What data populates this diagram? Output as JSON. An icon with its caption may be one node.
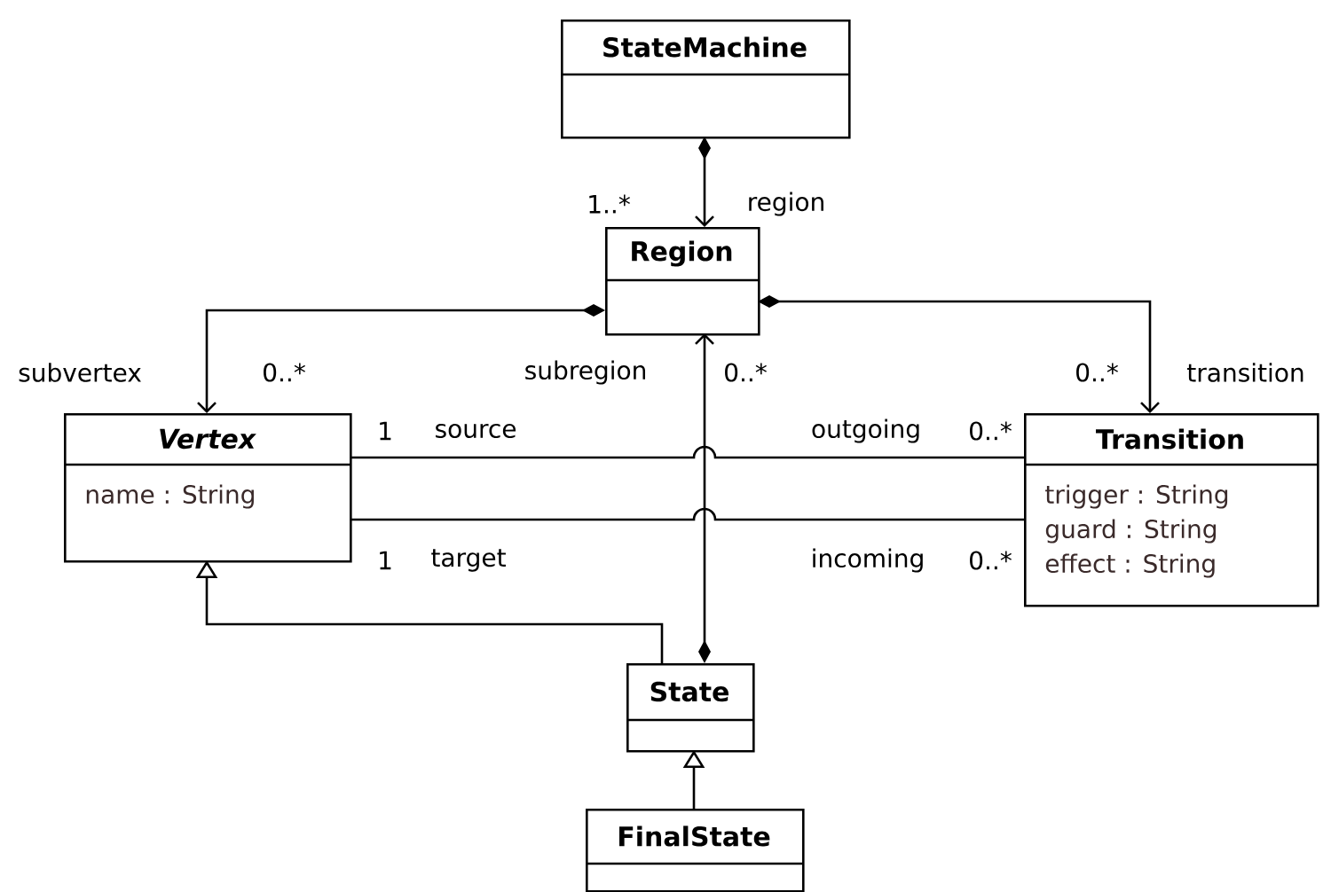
{
  "diagram": {
    "nodes": [
      {
        "text": [
          "StateMachine"
        ]
      },
      {
        "text": [
          "Region"
        ]
      },
      {
        "text": [
          "Vertex",
          "name : String"
        ]
      },
      {
        "text": [
          "Transition",
          "trigger : String",
          "guard : String",
          "effect : String"
        ]
      },
      {
        "text": [
          "State"
        ]
      },
      {
        "text": [
          "FinalState"
        ]
      }
    ],
    "edges": [
      {
        "from": 0,
        "to": 1,
        "arrow": "to"
      },
      {
        "from": 1,
        "to": 2,
        "arrow": "to"
      },
      {
        "from": 1,
        "to": 3,
        "arrow": "to"
      },
      {
        "from": 4,
        "to": 1,
        "arrow": "to"
      },
      {
        "from": 2,
        "to": 3,
        "arrow": "none"
      },
      {
        "from": 2,
        "to": 3,
        "arrow": "none"
      },
      {
        "from": 4,
        "to": 2,
        "arrow": "to"
      },
      {
        "from": 5,
        "to": 4,
        "arrow": "to"
      }
    ],
    "labels": [
      "1..*",
      "region",
      "subvertex",
      "0..*",
      "subregion",
      "0..*",
      "0..*",
      "transition",
      "1",
      "source",
      "outgoing",
      "0..*",
      "1",
      "target",
      "incoming",
      "0..*"
    ]
  }
}
